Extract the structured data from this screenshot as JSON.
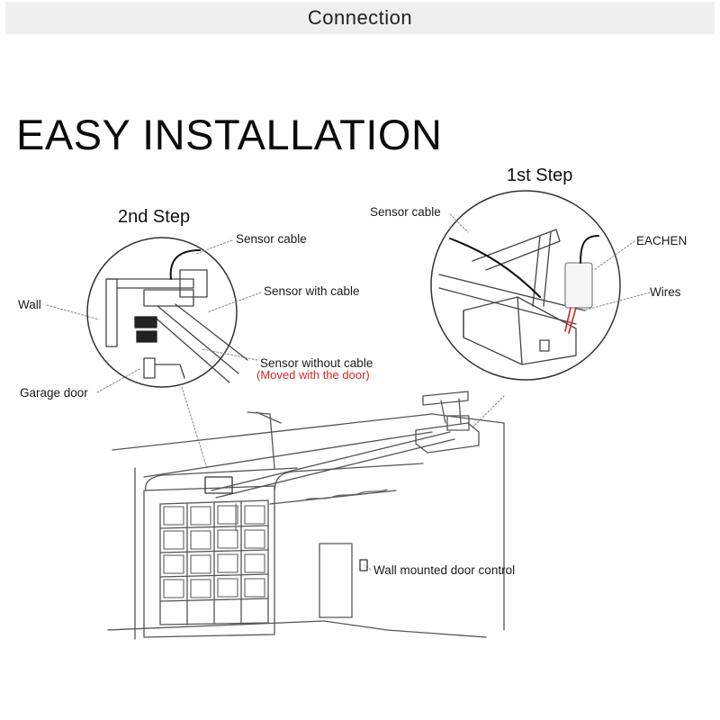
{
  "header": {
    "title": "Connection"
  },
  "headline": "EASY INSTALLATION",
  "steps": {
    "step1": {
      "title": "1st Step",
      "labels": {
        "sensor_cable": "Sensor cable",
        "device": "EACHEN",
        "wires": "Wires"
      }
    },
    "step2": {
      "title": "2nd Step",
      "labels": {
        "sensor_cable": "Sensor cable",
        "wall": "Wall",
        "sensor_with_cable": "Sensor with cable",
        "sensor_without_cable": "Sensor without cable",
        "moved_note": "(Moved with the door)",
        "garage_door": "Garage door"
      }
    }
  },
  "garage": {
    "door_control_label": "Wall mounted door control"
  },
  "colors": {
    "note_red": "#d3281f",
    "wire_red": "#d32020",
    "header_bg": "#efefef"
  }
}
